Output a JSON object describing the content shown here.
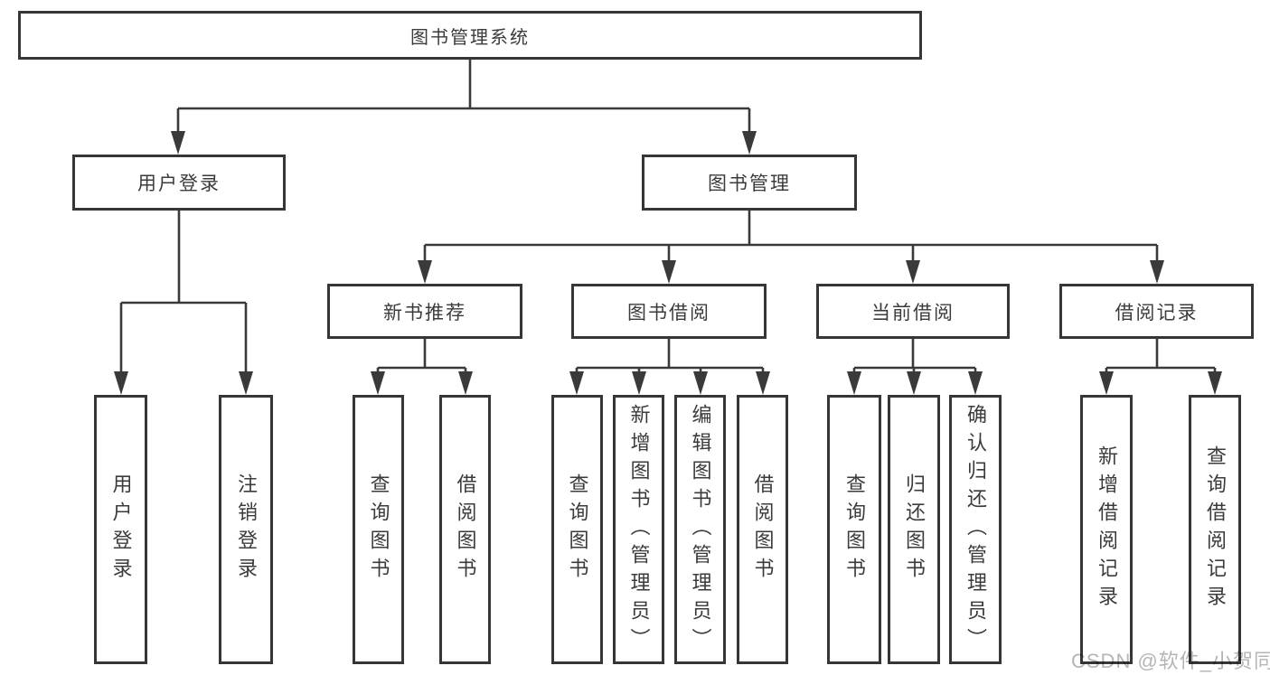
{
  "colors": {
    "background": "#ffffff",
    "line": "#3a3a3a",
    "border": "#363636",
    "text": "#3b3b3b",
    "watermark": "#b5b5b5"
  },
  "nodes": {
    "root": "图书管理系统",
    "level2": [
      "用户登录",
      "图书管理"
    ],
    "level3": [
      "新书推荐",
      "图书借阅",
      "当前借阅",
      "借阅记录"
    ],
    "leaves": [
      "用户登录",
      "注销登录",
      "查询图书",
      "借阅图书",
      "查询图书",
      "新增图书（管理员）",
      "编辑图书（管理员）",
      "借阅图书",
      "查询图书",
      "归还图书",
      "确认归还（管理员）",
      "新增借阅记录",
      "查询借阅记录"
    ]
  },
  "watermark": "CSDN @软件_小贺同学"
}
